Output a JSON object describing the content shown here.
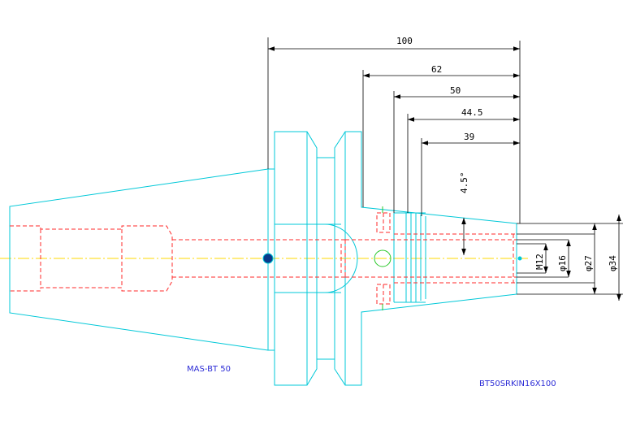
{
  "labels": {
    "holder_type": "MAS-BT 50",
    "part_code": "BT50SRKIN16X100"
  },
  "dimensions": {
    "overall_length": "100",
    "d62": "62",
    "d50": "50",
    "d44_5": "44.5",
    "d39": "39",
    "angle": "4.5°",
    "thread": "M12",
    "dia16": "φ16",
    "dia27": "φ27",
    "dia34": "φ34"
  },
  "colors": {
    "outline": "#00c8d8",
    "hidden": "#ff2a2a",
    "dimension": "#000000",
    "centerline": "#ffd800",
    "label": "#2b2bd6"
  }
}
